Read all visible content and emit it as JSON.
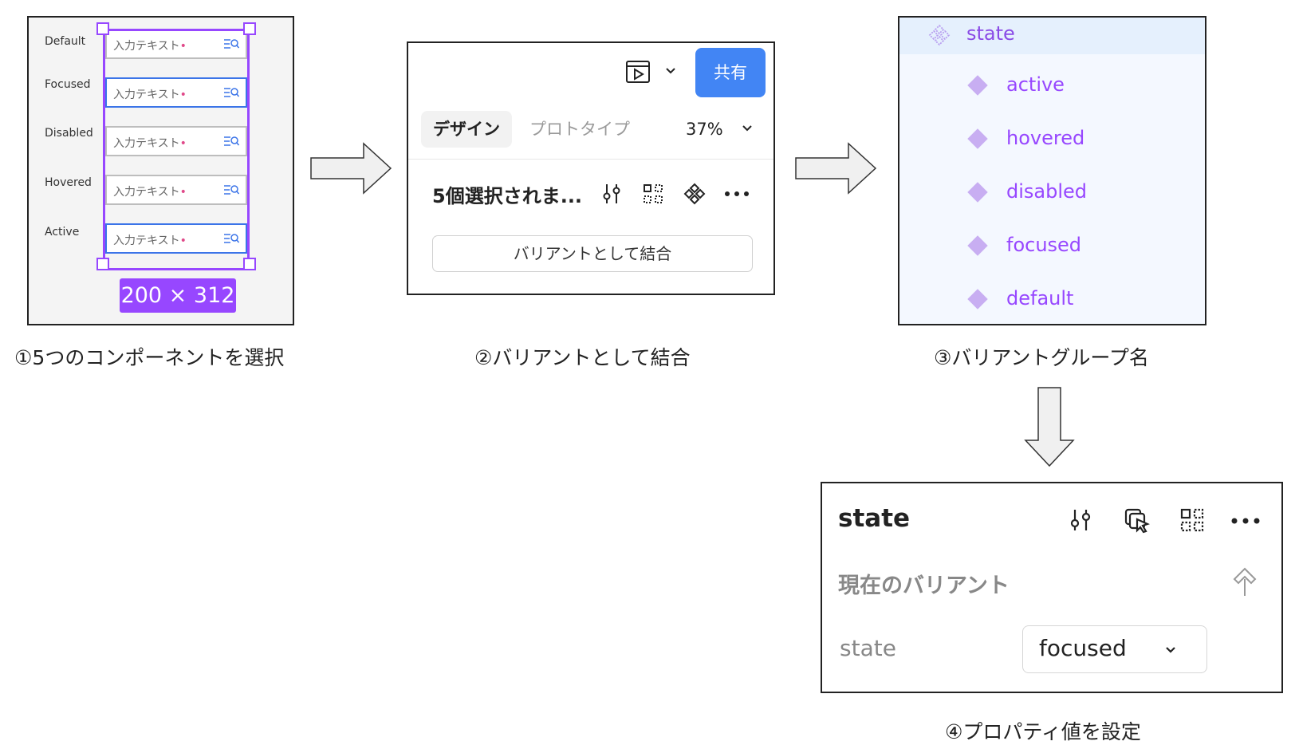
{
  "panel1": {
    "labels": [
      "Default",
      "Focused",
      "Disabled",
      "Hovered",
      "Active"
    ],
    "placeholder": "入力テキスト",
    "caret": "•",
    "dimensions": "200 × 312",
    "selection_color": "#9747ff"
  },
  "panel2": {
    "share": "共有",
    "tab_design": "デザイン",
    "tab_prototype": "プロトタイプ",
    "zoom": "37%",
    "selection": "5個選択されま...",
    "combine_button": "バリアントとして結合",
    "share_color": "#4285f4"
  },
  "panel3": {
    "group_name": "state",
    "variants": [
      "active",
      "hovered",
      "disabled",
      "focused",
      "default"
    ],
    "accent_color": "#9747ff"
  },
  "panel4": {
    "title": "state",
    "current_variant": "現在のバリアント",
    "property_name": "state",
    "property_value": "focused"
  },
  "captions": {
    "step1": "①5つのコンポーネントを選択",
    "step2": "②バリアントとして結合",
    "step3": "③バリアントグループ名",
    "step4": "④プロパティ値を設定"
  }
}
